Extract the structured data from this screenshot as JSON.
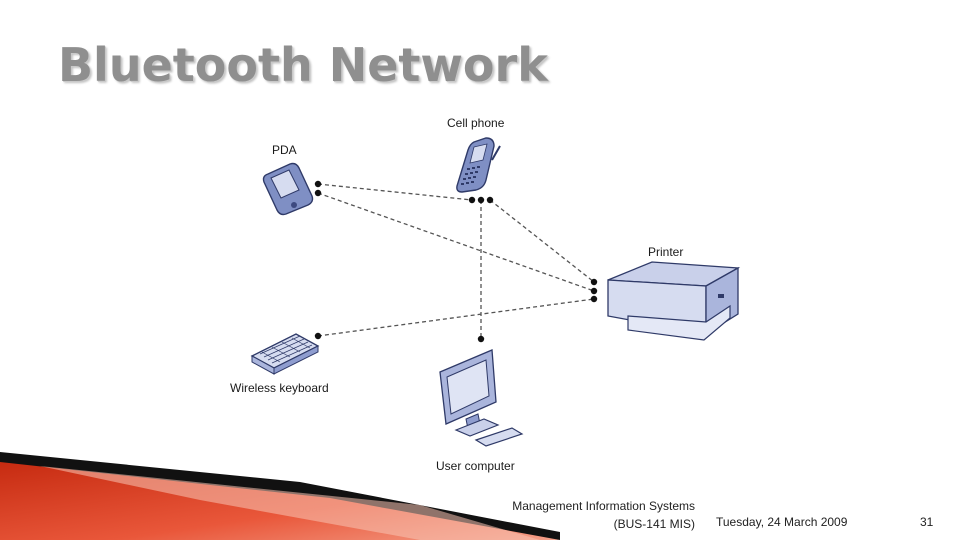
{
  "slide": {
    "title": "Bluetooth Network",
    "footer": {
      "course_line1": "Management Information Systems",
      "course_line2": "(BUS-141 MIS)",
      "date": "Tuesday, 24 March 2009",
      "page_number": "31"
    }
  },
  "diagram": {
    "devices": {
      "pda": "PDA",
      "cell_phone": "Cell phone",
      "printer": "Printer",
      "keyboard": "Wireless keyboard",
      "computer": "User computer"
    }
  },
  "colors": {
    "title": "#8f8f8f",
    "device_blue": "#7f8fc4",
    "device_light": "#d6dcf0",
    "accent_red": "#d23a1f"
  }
}
